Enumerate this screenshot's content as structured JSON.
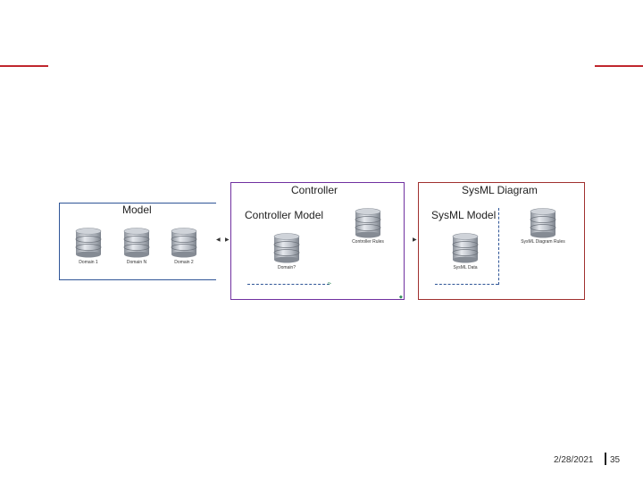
{
  "model": {
    "title": "Model",
    "databases": [
      {
        "label": "Domain 1"
      },
      {
        "label": "Domain N"
      },
      {
        "label": "Domain 2"
      }
    ]
  },
  "controller": {
    "title": "Controller",
    "subtitle": "Controller Model",
    "databases": [
      {
        "label": "Domain?"
      },
      {
        "label": "Controller Rules"
      }
    ]
  },
  "sysml": {
    "title": "SysML Diagram",
    "subtitle": "SysML Model",
    "databases": [
      {
        "label": "SysML Data"
      },
      {
        "label": "SysML Diagram Rules"
      }
    ]
  },
  "footer": {
    "date": "2/28/2021",
    "page": "35"
  },
  "colors": {
    "accent": "#c0262d",
    "model_border": "#2f5597",
    "controller_border": "#7030a0",
    "sysml_border": "#a0302f"
  }
}
